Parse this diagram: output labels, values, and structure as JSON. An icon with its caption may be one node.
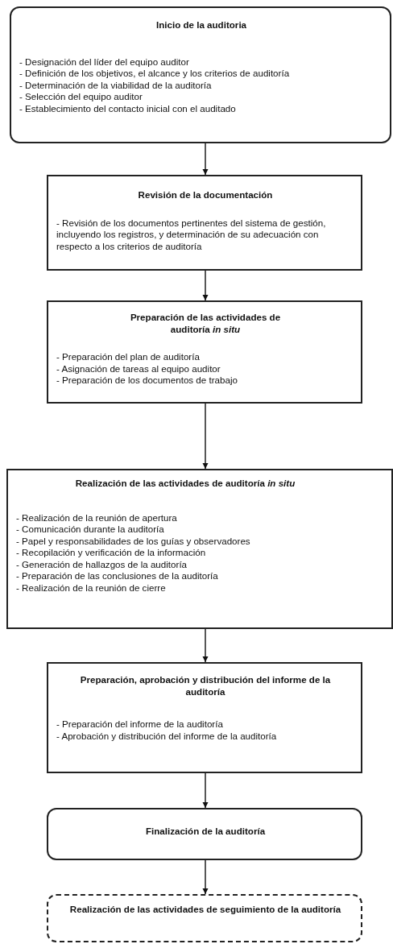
{
  "diagram": {
    "nodes": [
      {
        "text": [
          "Inicio de la auditoria",
          "- Designación del líder del equipo auditor",
          "- Definición de los objetivos, el alcance y los criterios de auditoría",
          "- Determinación de la viabilidad de la auditoría",
          "- Selección del equipo auditor",
          "- Establecimiento del contacto inicial con el auditado"
        ]
      },
      {
        "text": [
          "Revisión de la documentación",
          "- Revisión de los documentos pertinentes del sistema de gestión, incluyendo los registros, y determinación de su adecuación con respecto a los criterios de auditoría"
        ]
      },
      {
        "text": [
          "Preparación de las actividades de auditoría *in situ*",
          "- Preparación del plan de auditoría",
          "- Asignación de tareas al equipo auditor",
          "- Preparación de los documentos de trabajo"
        ]
      },
      {
        "text": [
          "Realización de las actividades de auditoría *in situ*",
          "- Realización de la reunión de apertura",
          "- Comunicación durante la auditoría",
          "- Papel y responsabilidades de los guías y observadores",
          "- Recopilación y verificación de la información",
          "- Generación de hallazgos de la auditoría",
          "- Preparación de las conclusiones de la auditoría",
          "- Realización de la reunión de cierre"
        ]
      },
      {
        "text": [
          "Preparación, aprobación y distribución del informe de la auditoría",
          "- Preparación del informe de la auditoría",
          "- Aprobación y distribución del informe de la auditoría"
        ]
      },
      {
        "text": [
          "Finalización de la auditoría"
        ]
      },
      {
        "text": [
          "Realización de las actividades de seguimiento de la auditoría"
        ]
      }
    ],
    "edges": [
      {
        "from": 0,
        "to": 1,
        "arrow": "to"
      },
      {
        "from": 1,
        "to": 2,
        "arrow": "to"
      },
      {
        "from": 2,
        "to": 3,
        "arrow": "to"
      },
      {
        "from": 3,
        "to": 4,
        "arrow": "to"
      },
      {
        "from": 4,
        "to": 5,
        "arrow": "to"
      },
      {
        "from": 5,
        "to": 6,
        "arrow": "to"
      }
    ]
  }
}
